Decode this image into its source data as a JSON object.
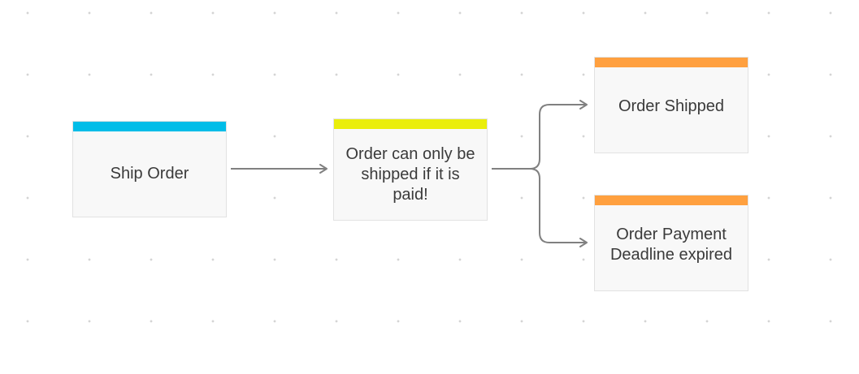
{
  "cards": [
    {
      "id": "ship-order",
      "label": "Ship Order",
      "color": "#00bde8",
      "kind": "command"
    },
    {
      "id": "policy",
      "label": "Order can only be shipped if it is paid!",
      "color": "#eaee0b",
      "kind": "policy"
    },
    {
      "id": "order-shipped",
      "label": "Order Shipped",
      "color": "#ffa03f",
      "kind": "event"
    },
    {
      "id": "payment-expired",
      "label": "Order Payment Deadline expired",
      "color": "#ffa03f",
      "kind": "event"
    }
  ],
  "connections": [
    {
      "from": "ship-order",
      "to": "policy"
    },
    {
      "from": "policy",
      "to": "order-shipped"
    },
    {
      "from": "policy",
      "to": "payment-expired"
    }
  ],
  "connector_color": "#808080"
}
